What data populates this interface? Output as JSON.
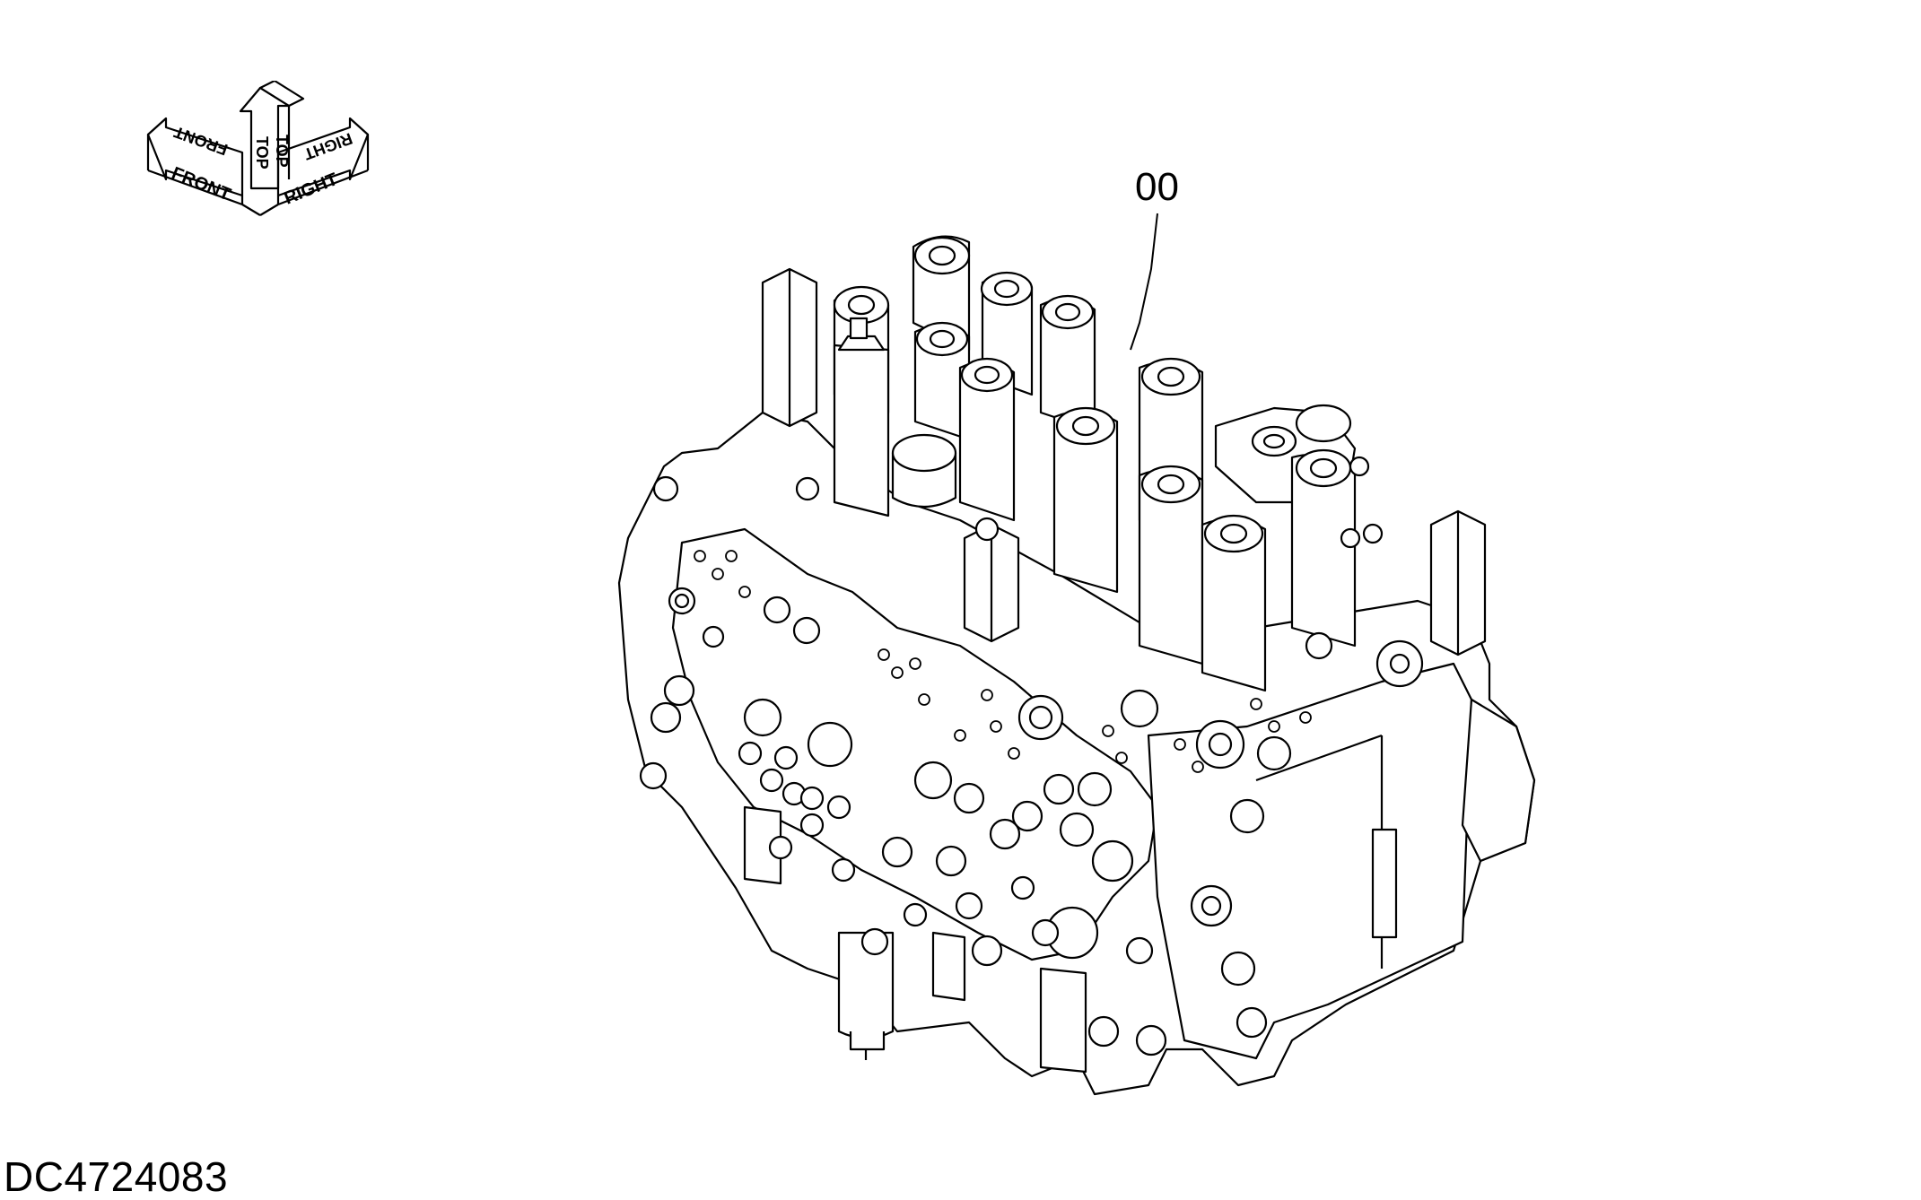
{
  "orientation_indicator": {
    "front_label": "FRONT",
    "top_label": "TOP",
    "right_label": "RIGHT"
  },
  "callout": {
    "label": "00"
  },
  "document": {
    "id": "DC4724083"
  },
  "colors": {
    "line": "#000000",
    "background": "#ffffff"
  }
}
